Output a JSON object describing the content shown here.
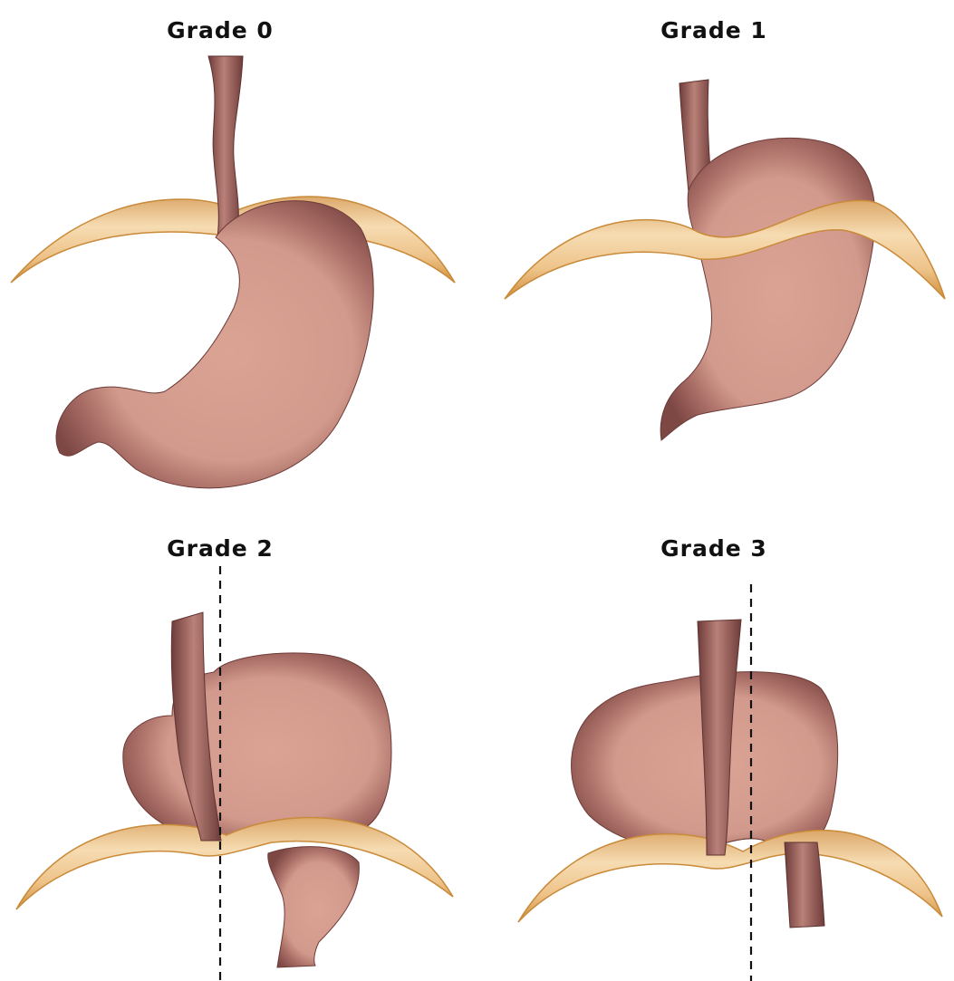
{
  "panels": [
    {
      "title": "Grade 0"
    },
    {
      "title": "Grade 1"
    },
    {
      "title": "Grade 2"
    },
    {
      "title": "Grade 3"
    }
  ],
  "colors": {
    "stomach_dark": "#7d4744",
    "stomach_mid": "#a56a63",
    "stomach_light": "#dba394",
    "diaphragm_light": "#f6dcb2",
    "diaphragm_dark": "#d4943e",
    "dash_line": "#111111"
  }
}
